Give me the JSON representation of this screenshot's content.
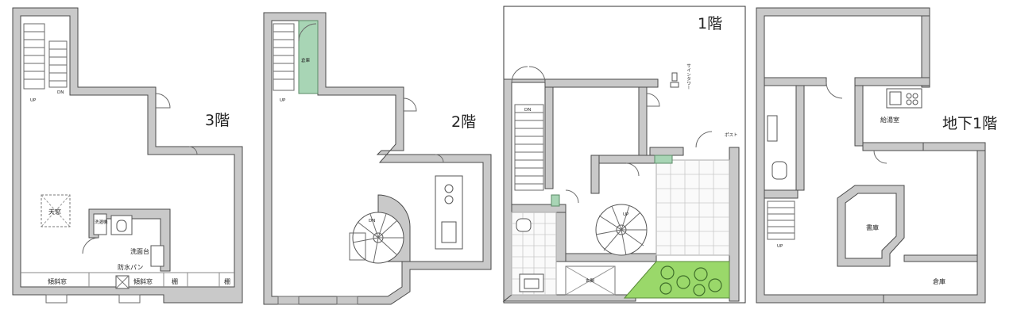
{
  "floors": {
    "f3": {
      "title": "3階",
      "skylight": "天窓",
      "laundry": "洗濯機",
      "washbasin": "洗面台",
      "waterproof_pan": "防水パン",
      "clerestory_left": "傾斜窓",
      "clerestory_right": "傾斜窓",
      "shelf1": "棚",
      "shelf2": "棚",
      "up": "UP",
      "down": "DN"
    },
    "f2": {
      "title": "2階",
      "storage": "倉庫",
      "down": "DN",
      "up": "UP"
    },
    "f1": {
      "title": "1階",
      "sign_tower": "サインタワー",
      "post": "ポスト",
      "entrance": "玄関",
      "down": "DN",
      "up": "UP"
    },
    "b1": {
      "title": "地下1階",
      "kitchenette": "給湯室",
      "archive": "書庫",
      "warehouse": "倉庫",
      "up": "UP"
    }
  },
  "colors": {
    "wall": "#c9c9c9",
    "storage_green": "#a8d5b5",
    "garden_green": "#9ad86a"
  }
}
